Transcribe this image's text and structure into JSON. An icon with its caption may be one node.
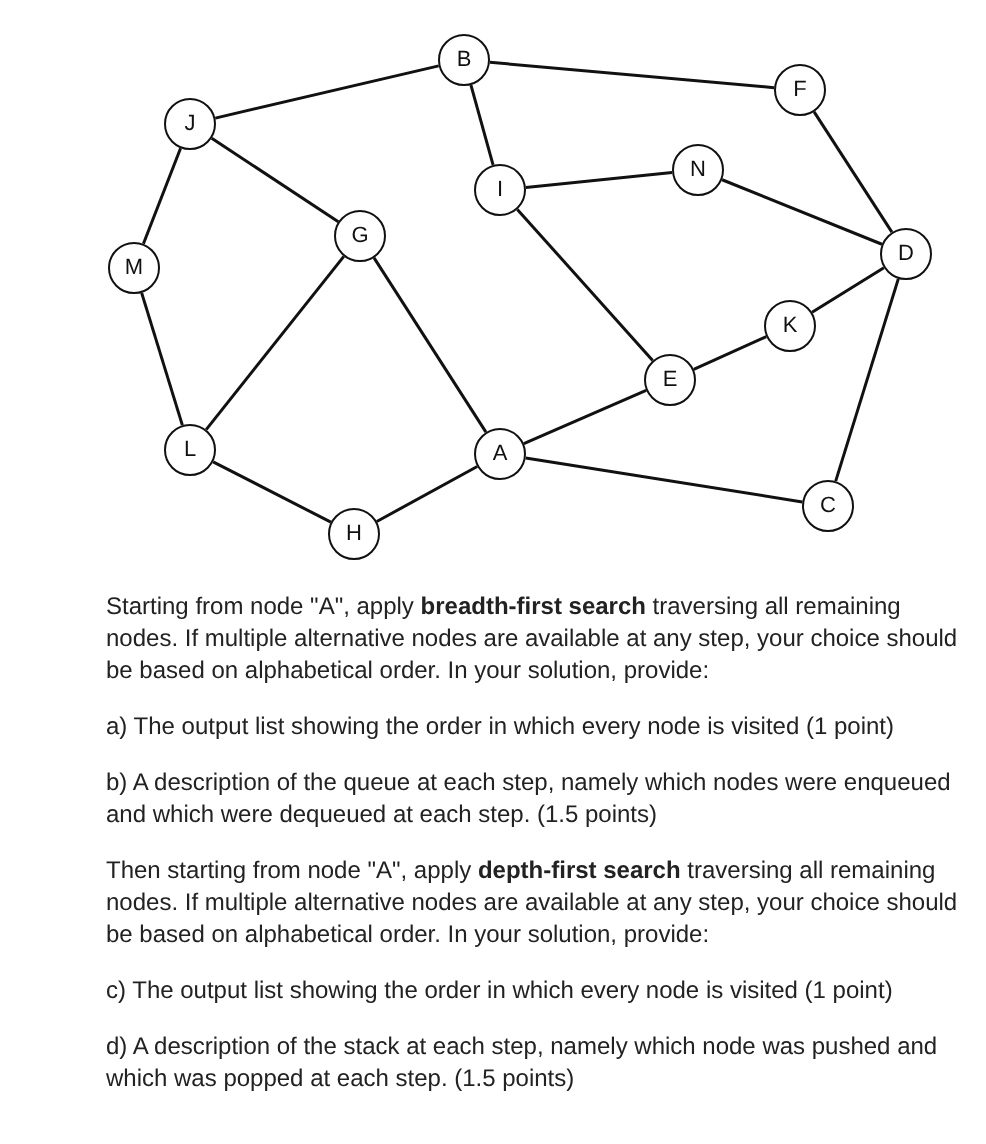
{
  "diagram": {
    "nodes": [
      {
        "text": [
          "B"
        ]
      },
      {
        "text": [
          "F"
        ]
      },
      {
        "text": [
          "J"
        ]
      },
      {
        "text": [
          "I"
        ]
      },
      {
        "text": [
          "N"
        ]
      },
      {
        "text": [
          "G"
        ]
      },
      {
        "text": [
          "M"
        ]
      },
      {
        "text": [
          "D"
        ]
      },
      {
        "text": [
          "K"
        ]
      },
      {
        "text": [
          "E"
        ]
      },
      {
        "text": [
          "L"
        ]
      },
      {
        "text": [
          "A"
        ]
      },
      {
        "text": [
          "C"
        ]
      },
      {
        "text": [
          "H"
        ]
      }
    ],
    "edges": [
      {
        "from": 2,
        "to": 0,
        "arrow": "none"
      },
      {
        "from": 0,
        "to": 1,
        "arrow": "none"
      },
      {
        "from": 0,
        "to": 3,
        "arrow": "none"
      },
      {
        "from": 3,
        "to": 4,
        "arrow": "none"
      },
      {
        "from": 4,
        "to": 7,
        "arrow": "none"
      },
      {
        "from": 1,
        "to": 7,
        "arrow": "none"
      },
      {
        "from": 3,
        "to": 9,
        "arrow": "none"
      },
      {
        "from": 9,
        "to": 8,
        "arrow": "none"
      },
      {
        "from": 8,
        "to": 7,
        "arrow": "none"
      },
      {
        "from": 7,
        "to": 12,
        "arrow": "none"
      },
      {
        "from": 11,
        "to": 9,
        "arrow": "none"
      },
      {
        "from": 11,
        "to": 12,
        "arrow": "none"
      },
      {
        "from": 5,
        "to": 11,
        "arrow": "none"
      },
      {
        "from": 13,
        "to": 11,
        "arrow": "none"
      },
      {
        "from": 5,
        "to": 10,
        "arrow": "none"
      },
      {
        "from": 2,
        "to": 5,
        "arrow": "none"
      },
      {
        "from": 2,
        "to": 6,
        "arrow": "none"
      },
      {
        "from": 6,
        "to": 10,
        "arrow": "none"
      },
      {
        "from": 10,
        "to": 13,
        "arrow": "none"
      }
    ],
    "labels": [
      "Starting from node \"A\", apply **breadth-first search** traversing all remaining nodes. If multiple alternative nodes are available at any step, your choice should be based on alphabetical order. In your solution, provide:",
      "a) The output list showing the order in which every node is visited (1 point)",
      "b) A description of the queue at each step, namely which nodes were enqueued and which were dequeued at each step. (1.5 points)",
      "Then starting from node \"A\", apply **depth-first search** traversing all remaining nodes. If multiple alternative nodes are available at any step, your choice should be based on alphabetical order. In your solution, provide:",
      "c) The output list showing the order in which every node is visited (1 point)",
      "d) A description of the stack at each step, namely which node was pushed and which was popped at each step. (1.5 points)"
    ]
  }
}
